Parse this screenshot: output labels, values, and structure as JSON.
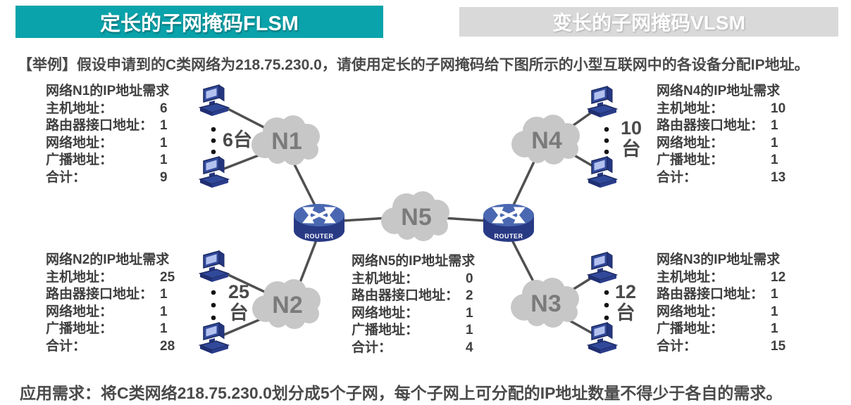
{
  "header": {
    "left_tab": "定长的子网掩码FLSM",
    "right_tab": "变长的子网掩码VLSM"
  },
  "example_text": "【举例】假设申请到的C类网络为218.75.230.0，请使用定长的子网掩码给下图所示的小型互联网中的各设备分配IP地址。",
  "requirement_text": "应用需求：将C类网络218.75.230.0划分成5个子网，每个子网上可分配的IP地址数量不得少于各自的需求。",
  "tables": {
    "n1": {
      "title": "网络N1的IP地址需求",
      "rows": [
        {
          "label": "主机地址：",
          "value": "6"
        },
        {
          "label": "路由器接口地址：",
          "value": "1"
        },
        {
          "label": "网络地址：",
          "value": "1"
        },
        {
          "label": "广播地址：",
          "value": "1"
        },
        {
          "label": "合计：",
          "value": "9"
        }
      ]
    },
    "n2": {
      "title": "网络N2的IP地址需求",
      "rows": [
        {
          "label": "主机地址：",
          "value": "25"
        },
        {
          "label": "路由器接口地址：",
          "value": "1"
        },
        {
          "label": "网络地址：",
          "value": "1"
        },
        {
          "label": "广播地址：",
          "value": "1"
        },
        {
          "label": "合计：",
          "value": "28"
        }
      ]
    },
    "n3": {
      "title": "网络N3的IP地址需求",
      "rows": [
        {
          "label": "主机地址：",
          "value": "12"
        },
        {
          "label": "路由器接口地址：",
          "value": "1"
        },
        {
          "label": "网络地址：",
          "value": "1"
        },
        {
          "label": "广播地址：",
          "value": "1"
        },
        {
          "label": "合计：",
          "value": "15"
        }
      ]
    },
    "n4": {
      "title": "网络N4的IP地址需求",
      "rows": [
        {
          "label": "主机地址：",
          "value": "10"
        },
        {
          "label": "路由器接口地址：",
          "value": "1"
        },
        {
          "label": "网络地址：",
          "value": "1"
        },
        {
          "label": "广播地址：",
          "value": "1"
        },
        {
          "label": "合计：",
          "value": "13"
        }
      ]
    },
    "n5": {
      "title": "网络N5的IP地址需求",
      "rows": [
        {
          "label": "主机地址：",
          "value": "0"
        },
        {
          "label": "路由器接口地址：",
          "value": "2"
        },
        {
          "label": "网络地址：",
          "value": "1"
        },
        {
          "label": "广播地址：",
          "value": "1"
        },
        {
          "label": "合计：",
          "value": "4"
        }
      ]
    }
  },
  "diagram": {
    "clouds": [
      {
        "label": "N1"
      },
      {
        "label": "N2"
      },
      {
        "label": "N3"
      },
      {
        "label": "N4"
      },
      {
        "label": "N5"
      }
    ],
    "routers": [
      {
        "label": "ROUTER"
      },
      {
        "label": "ROUTER"
      }
    ],
    "host_counts": {
      "n1": {
        "count": "6",
        "unit": "台"
      },
      "n2": {
        "count": "25",
        "unit": "台"
      },
      "n3": {
        "count": "12",
        "unit": "台"
      },
      "n4": {
        "count": "10",
        "unit": "台"
      }
    },
    "icons": {
      "cloud": "network-cloud-icon",
      "router": "router-icon",
      "pc": "desktop-computer-icon",
      "dots": "ellipsis-dots-icon"
    }
  },
  "colors": {
    "header_teal": "#0aa3ab",
    "header_gray": "#d9d9d9",
    "cloud_gray": "#c7c7c7",
    "cloud_label": "#7b7b7b",
    "connector_line": "#4f5052",
    "text_dark": "#3f3f3f",
    "router_top": "#4a68b2",
    "router_side": "#293a85",
    "pc_body": "#31499a",
    "pc_screen": "#b3c1ef"
  }
}
